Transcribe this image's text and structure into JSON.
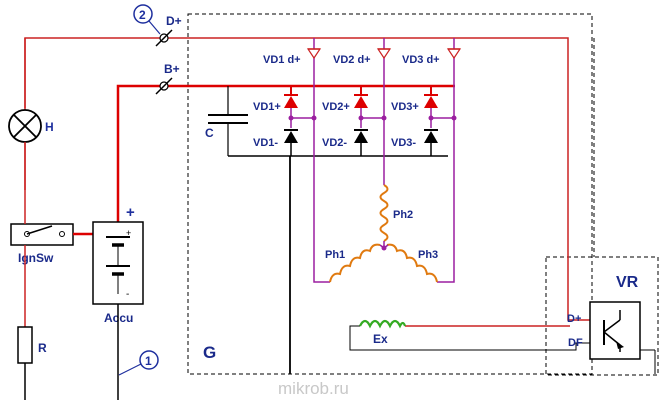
{
  "terminals": {
    "d_plus": "D+",
    "b_plus": "B+",
    "node_2": "2",
    "node_1": "1"
  },
  "components": {
    "lamp": "H",
    "ignition_switch": "IgnSw",
    "resistor": "R",
    "battery": "Accu",
    "battery_plus": "+",
    "battery_minus": "-",
    "capacitor": "C",
    "generator": "G",
    "regulator": "VR",
    "excitation": "Ex",
    "reg_d_plus": "D+",
    "reg_df": "DF"
  },
  "diodes": {
    "aux": [
      "VD1 d+",
      "VD2 d+",
      "VD3 d+"
    ],
    "positive": [
      "VD1+",
      "VD2+",
      "VD3+"
    ],
    "negative": [
      "VD1-",
      "VD2-",
      "VD3-"
    ]
  },
  "phases": [
    "Ph1",
    "Ph2",
    "Ph3"
  ],
  "watermark": "mikrob.ru",
  "colors": {
    "d_plus_wire": "#cc2222",
    "b_plus_wire": "#dd0000",
    "phase_wire": "#9b1fa0",
    "winding": "#e07a10",
    "excitation": "#33aa22",
    "label": "#1e2f9e"
  }
}
